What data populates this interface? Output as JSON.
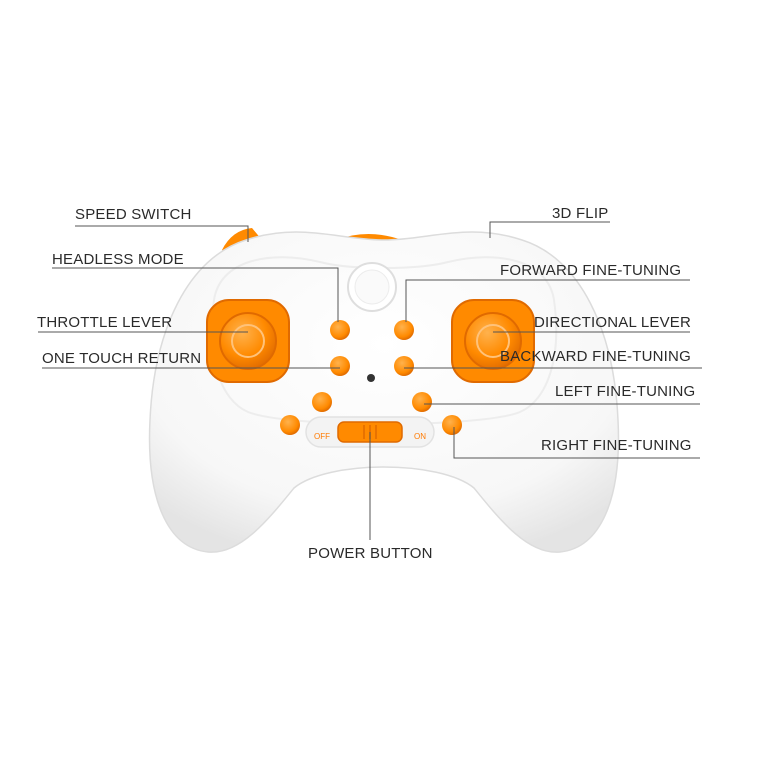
{
  "colors": {
    "accent": "#ff8a00",
    "accent_dark": "#e06a00",
    "body": "#ffffff",
    "leader_line": "#555555",
    "text": "#2a2a2a"
  },
  "switch": {
    "off_label": "OFF",
    "on_label": "ON"
  },
  "callouts": {
    "speed_switch": "SPEED SWITCH",
    "headless_mode": "HEADLESS MODE",
    "throttle_lever": "THROTTLE LEVER",
    "one_touch_return": "ONE TOUCH RETURN",
    "flip_3d": "3D FLIP",
    "forward_fine_tuning": "FORWARD FINE-TUNING",
    "directional_lever": "DIRECTIONAL LEVER",
    "backward_fine_tuning": "BACKWARD FINE-TUNING",
    "left_fine_tuning": "LEFT FINE-TUNING",
    "right_fine_tuning": "RIGHT FINE-TUNING",
    "power_button": "POWER BUTTON"
  }
}
